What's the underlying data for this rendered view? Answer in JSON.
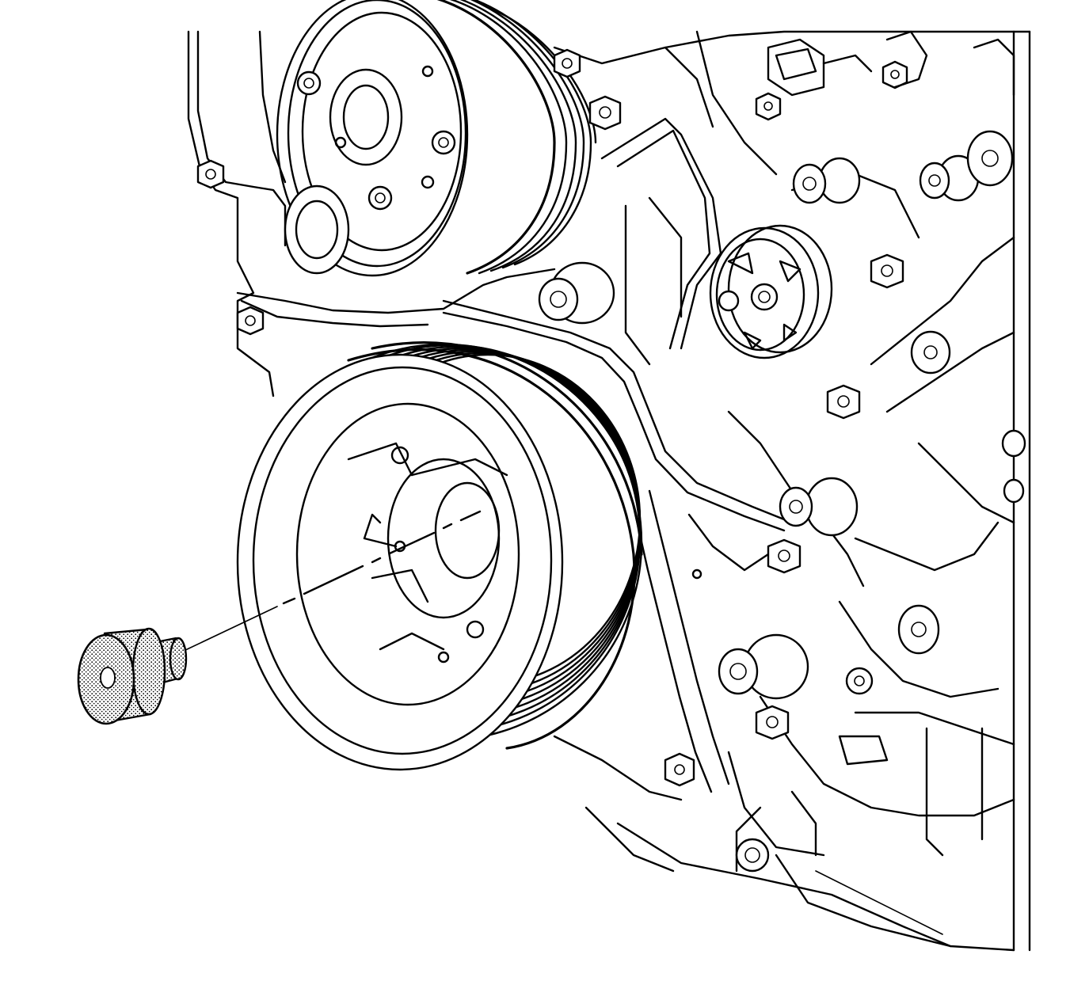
{
  "figure": {
    "colors": {
      "line": "#000000",
      "background": "#ffffff",
      "stipple": "#000000"
    },
    "components": {
      "engine_front": "engine-front-cover",
      "upper_pulley": "water-pump-pulley",
      "main_pulley": "crankshaft-balancer-pulley",
      "right_pulley": "idler-pulley",
      "plug": "balancer-bolt-hole-plug",
      "guide": "dash-dot-installation-line"
    }
  }
}
